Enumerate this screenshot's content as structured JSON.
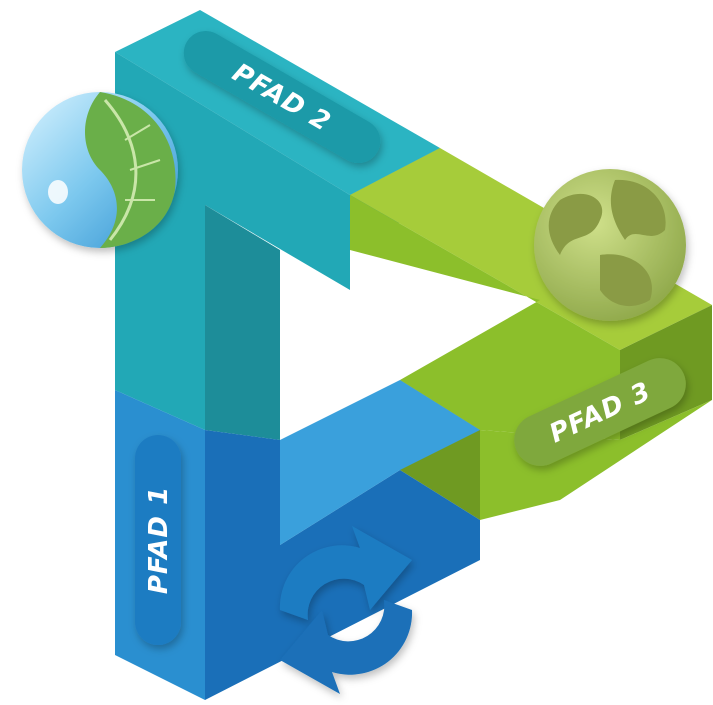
{
  "diagram": {
    "paths": [
      {
        "id": "pfad1",
        "label": "PFAD 1",
        "color": "#2a8fd0",
        "icon": "recycle-arrows-icon"
      },
      {
        "id": "pfad2",
        "label": "PFAD 2",
        "color": "#22a8b6",
        "icon": "water-drop-leaf-icon"
      },
      {
        "id": "pfad3",
        "label": "PFAD 3",
        "color": "#8cbf2b",
        "icon": "globe-icon"
      }
    ],
    "colors": {
      "blue_top": "#3aa0dc",
      "blue_front": "#2a8fd0",
      "blue_side": "#1a6fb8",
      "teal_top": "#2bb4c2",
      "teal_front": "#22a8b6",
      "teal_side": "#1d8d99",
      "green_top": "#a6cc3a",
      "green_front": "#8cbf2b",
      "green_side": "#6f9a22",
      "background": "#ffffff"
    }
  }
}
